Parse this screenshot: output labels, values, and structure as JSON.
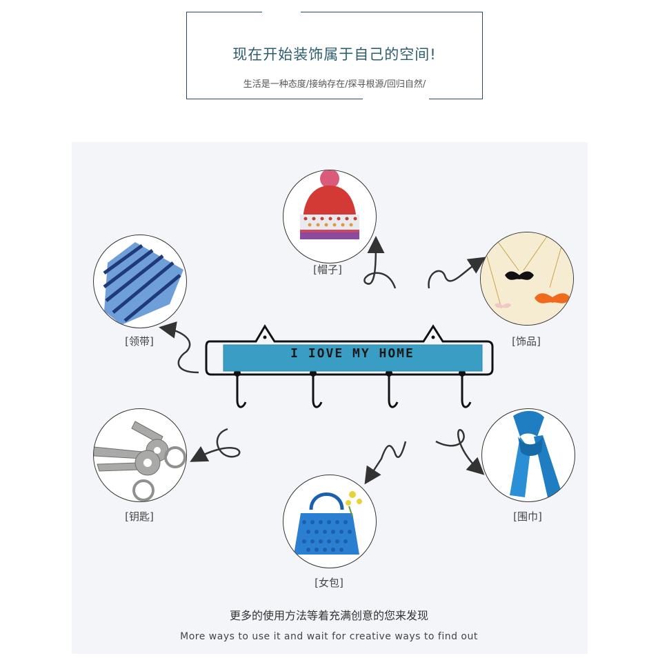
{
  "header": {
    "title": "现在开始装饰属于自己的空间!",
    "subtitle": "生活是一种态度/接纳存在/探寻根源/回归自然/"
  },
  "rack": {
    "sign_text": "I IOVE MY HOME"
  },
  "items": [
    {
      "label": "[帽子]",
      "icon": "hat-icon"
    },
    {
      "label": "[领带]",
      "icon": "tie-icon"
    },
    {
      "label": "[饰品]",
      "icon": "necklace-icon"
    },
    {
      "label": "[钥匙]",
      "icon": "keys-icon"
    },
    {
      "label": "[女包]",
      "icon": "handbag-icon"
    },
    {
      "label": "[围巾]",
      "icon": "scarf-icon"
    }
  ],
  "footer": {
    "cn": "更多的使用方法等着充满创意的您来发现",
    "en": "More ways to use it and wait for creative ways to find out"
  },
  "colors": {
    "title": "#2b5d6e",
    "panel_bg": "#f4f5f9",
    "sign_blue": "#3a9ec4"
  }
}
